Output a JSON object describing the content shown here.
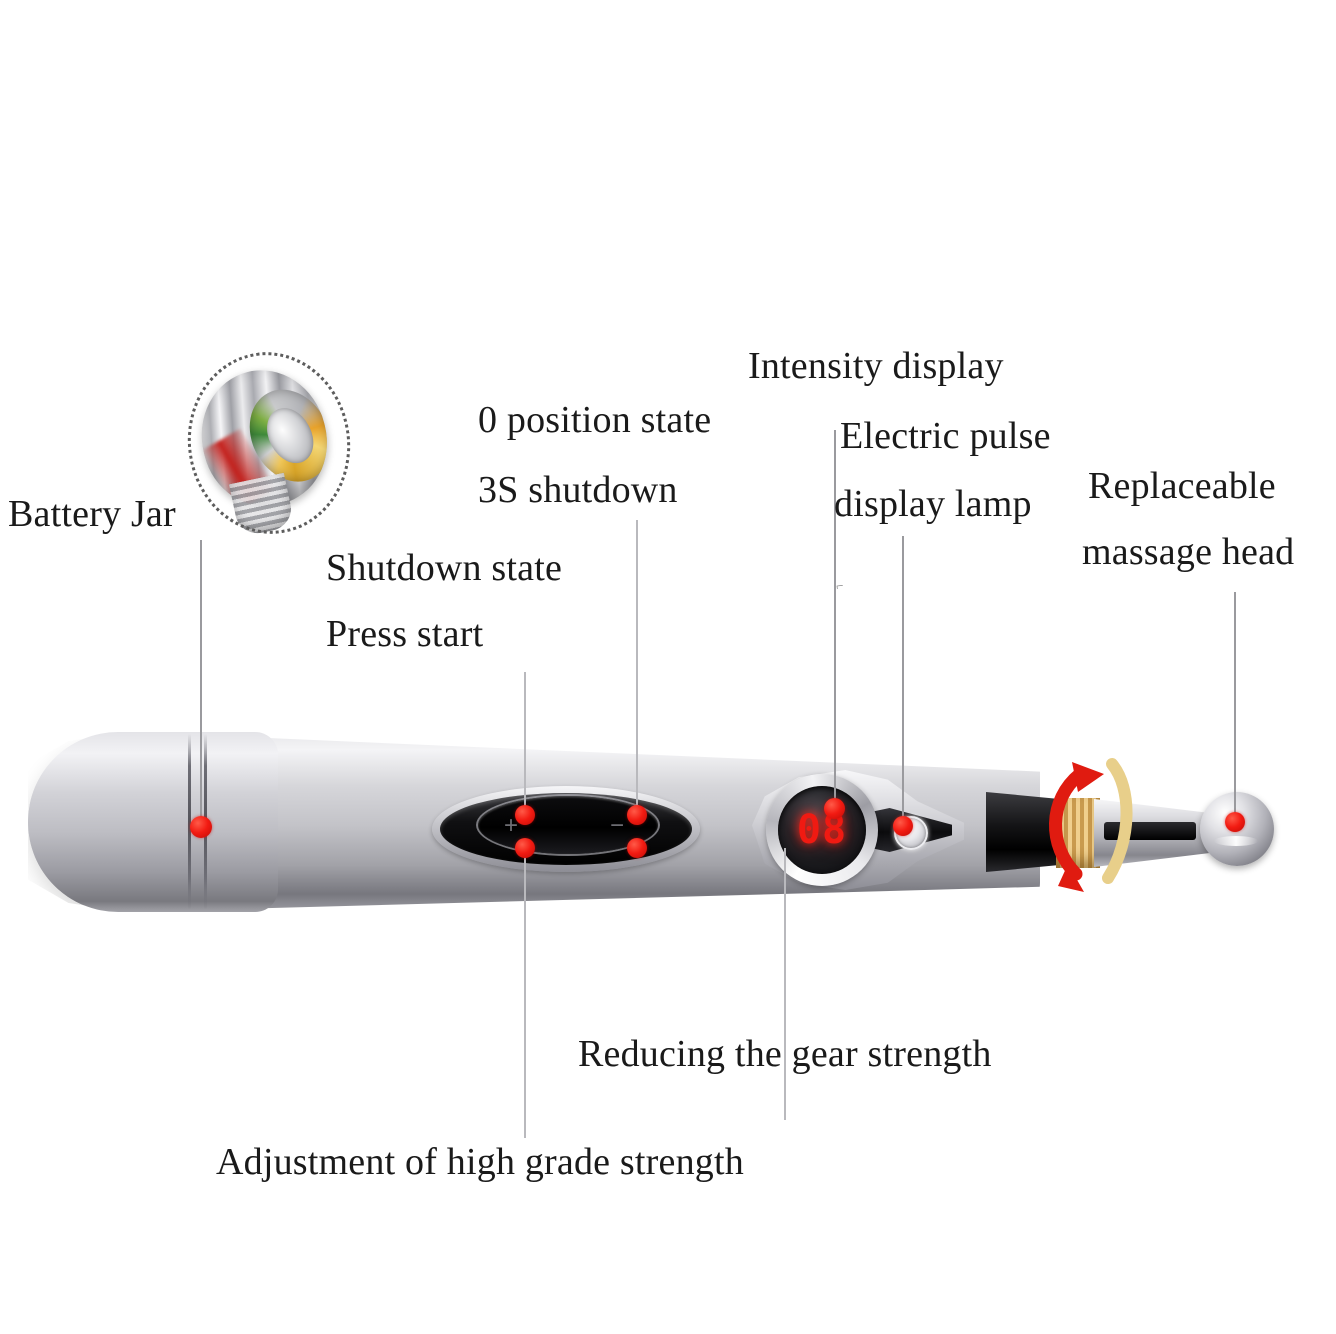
{
  "diagram": {
    "title": "Electronic acupuncture massage pen labeled parts diagram",
    "background_color": "#ffffff",
    "accent_marker_color": "#f21b12",
    "leader_line_color": "#9a9a9e",
    "body_color": "#c3c3c8"
  },
  "labels": {
    "battery_jar": "Battery Jar",
    "position_state": "0   position state",
    "shutdown_3s": "3S shutdown",
    "shutdown_state": "Shutdown state",
    "press_start": "Press start",
    "intensity_display": "Intensity display",
    "electric_pulse": "Electric pulse",
    "display_lamp": "display lamp",
    "replaceable": "Replaceable",
    "massage_head": "massage head",
    "reducing_gear": "Reducing the gear strength",
    "adjustment_high": "Adjustment of high grade strength"
  },
  "device": {
    "display_value": "08",
    "display_color": "#f01a12",
    "increase_symbol": "+",
    "decrease_symbol": "−",
    "pulse_lamp_color": "#ffffff",
    "thread_collar_color": "#d9a75a",
    "rotation_arrow_colors": [
      "#e01b10",
      "#e8cf8a"
    ]
  }
}
